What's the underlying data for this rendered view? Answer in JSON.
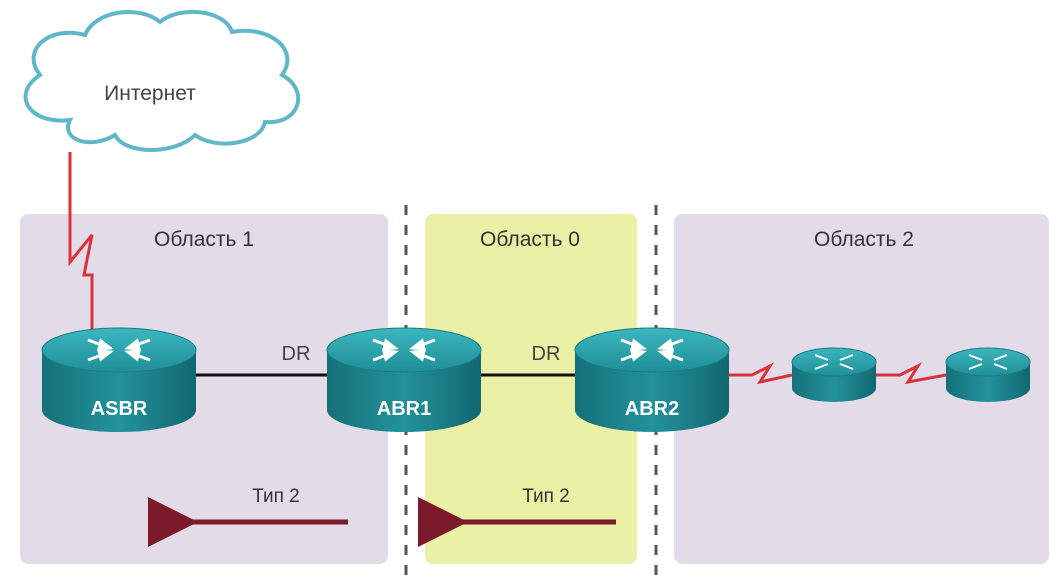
{
  "cloud": {
    "label": "Интернет"
  },
  "areas": [
    {
      "id": "area1",
      "label": "Область 1"
    },
    {
      "id": "area0",
      "label": "Область 0"
    },
    {
      "id": "area2",
      "label": "Область 2"
    }
  ],
  "routers": [
    {
      "id": "asbr",
      "label": "ASBR"
    },
    {
      "id": "abr1",
      "label": "ABR1"
    },
    {
      "id": "abr2",
      "label": "ABR2"
    },
    {
      "id": "r-internal-1",
      "label": ""
    },
    {
      "id": "r-internal-2",
      "label": ""
    }
  ],
  "dr_labels": {
    "area1": "DR",
    "area0": "DR"
  },
  "lsa_arrows": [
    {
      "area": "area1",
      "label": "Тип 2"
    },
    {
      "area": "area0",
      "label": "Тип 2"
    }
  ],
  "colors": {
    "area_purple": "#e4dbe9",
    "area_yellow": "#eaf0a6",
    "router_top": "#2c9fa8",
    "router_body": "#1c7f88",
    "arrow": "#7a1a2a",
    "serial_link": "#d8333a",
    "ethernet_link": "#111111",
    "cloud_stroke": "#5fb7c9"
  }
}
